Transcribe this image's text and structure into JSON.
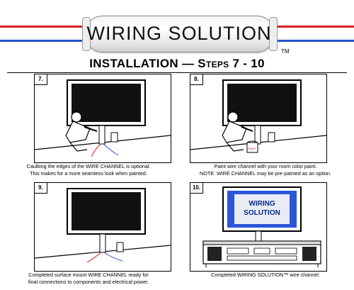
{
  "header": {
    "brand": "WIRING SOLUTION",
    "trademark": "TM",
    "title_main": "INSTALLATION  —",
    "title_steps": "Steps 7 - 10"
  },
  "steps": [
    {
      "number": "7.",
      "caption_line1": "Caulking the edges of the WIRE CHANNEL is optional.",
      "caption_line2": "This makes for a more seamless look when painted."
    },
    {
      "number": "8.",
      "caption_line1": "Paint wire channel with your room color paint.",
      "caption_line2": "NOTE: WIRE CHANNEL may be pre-painted as an option.",
      "paint_label": "PAINT"
    },
    {
      "number": "9.",
      "caption_line1": "Completed surface mount WIRE CHANNEL ready for",
      "caption_line2": "final connections to components and electrical power."
    },
    {
      "number": "10.",
      "caption_line1": "Completed WIRING SOLUTION™ wire channel.",
      "screen_text_line1": "WIRING",
      "screen_text_line2": "SOLUTION"
    }
  ],
  "colors": {
    "red_wire": "#d62020",
    "blue_wire": "#2356c9",
    "screen_blue": "#2a57d6"
  }
}
